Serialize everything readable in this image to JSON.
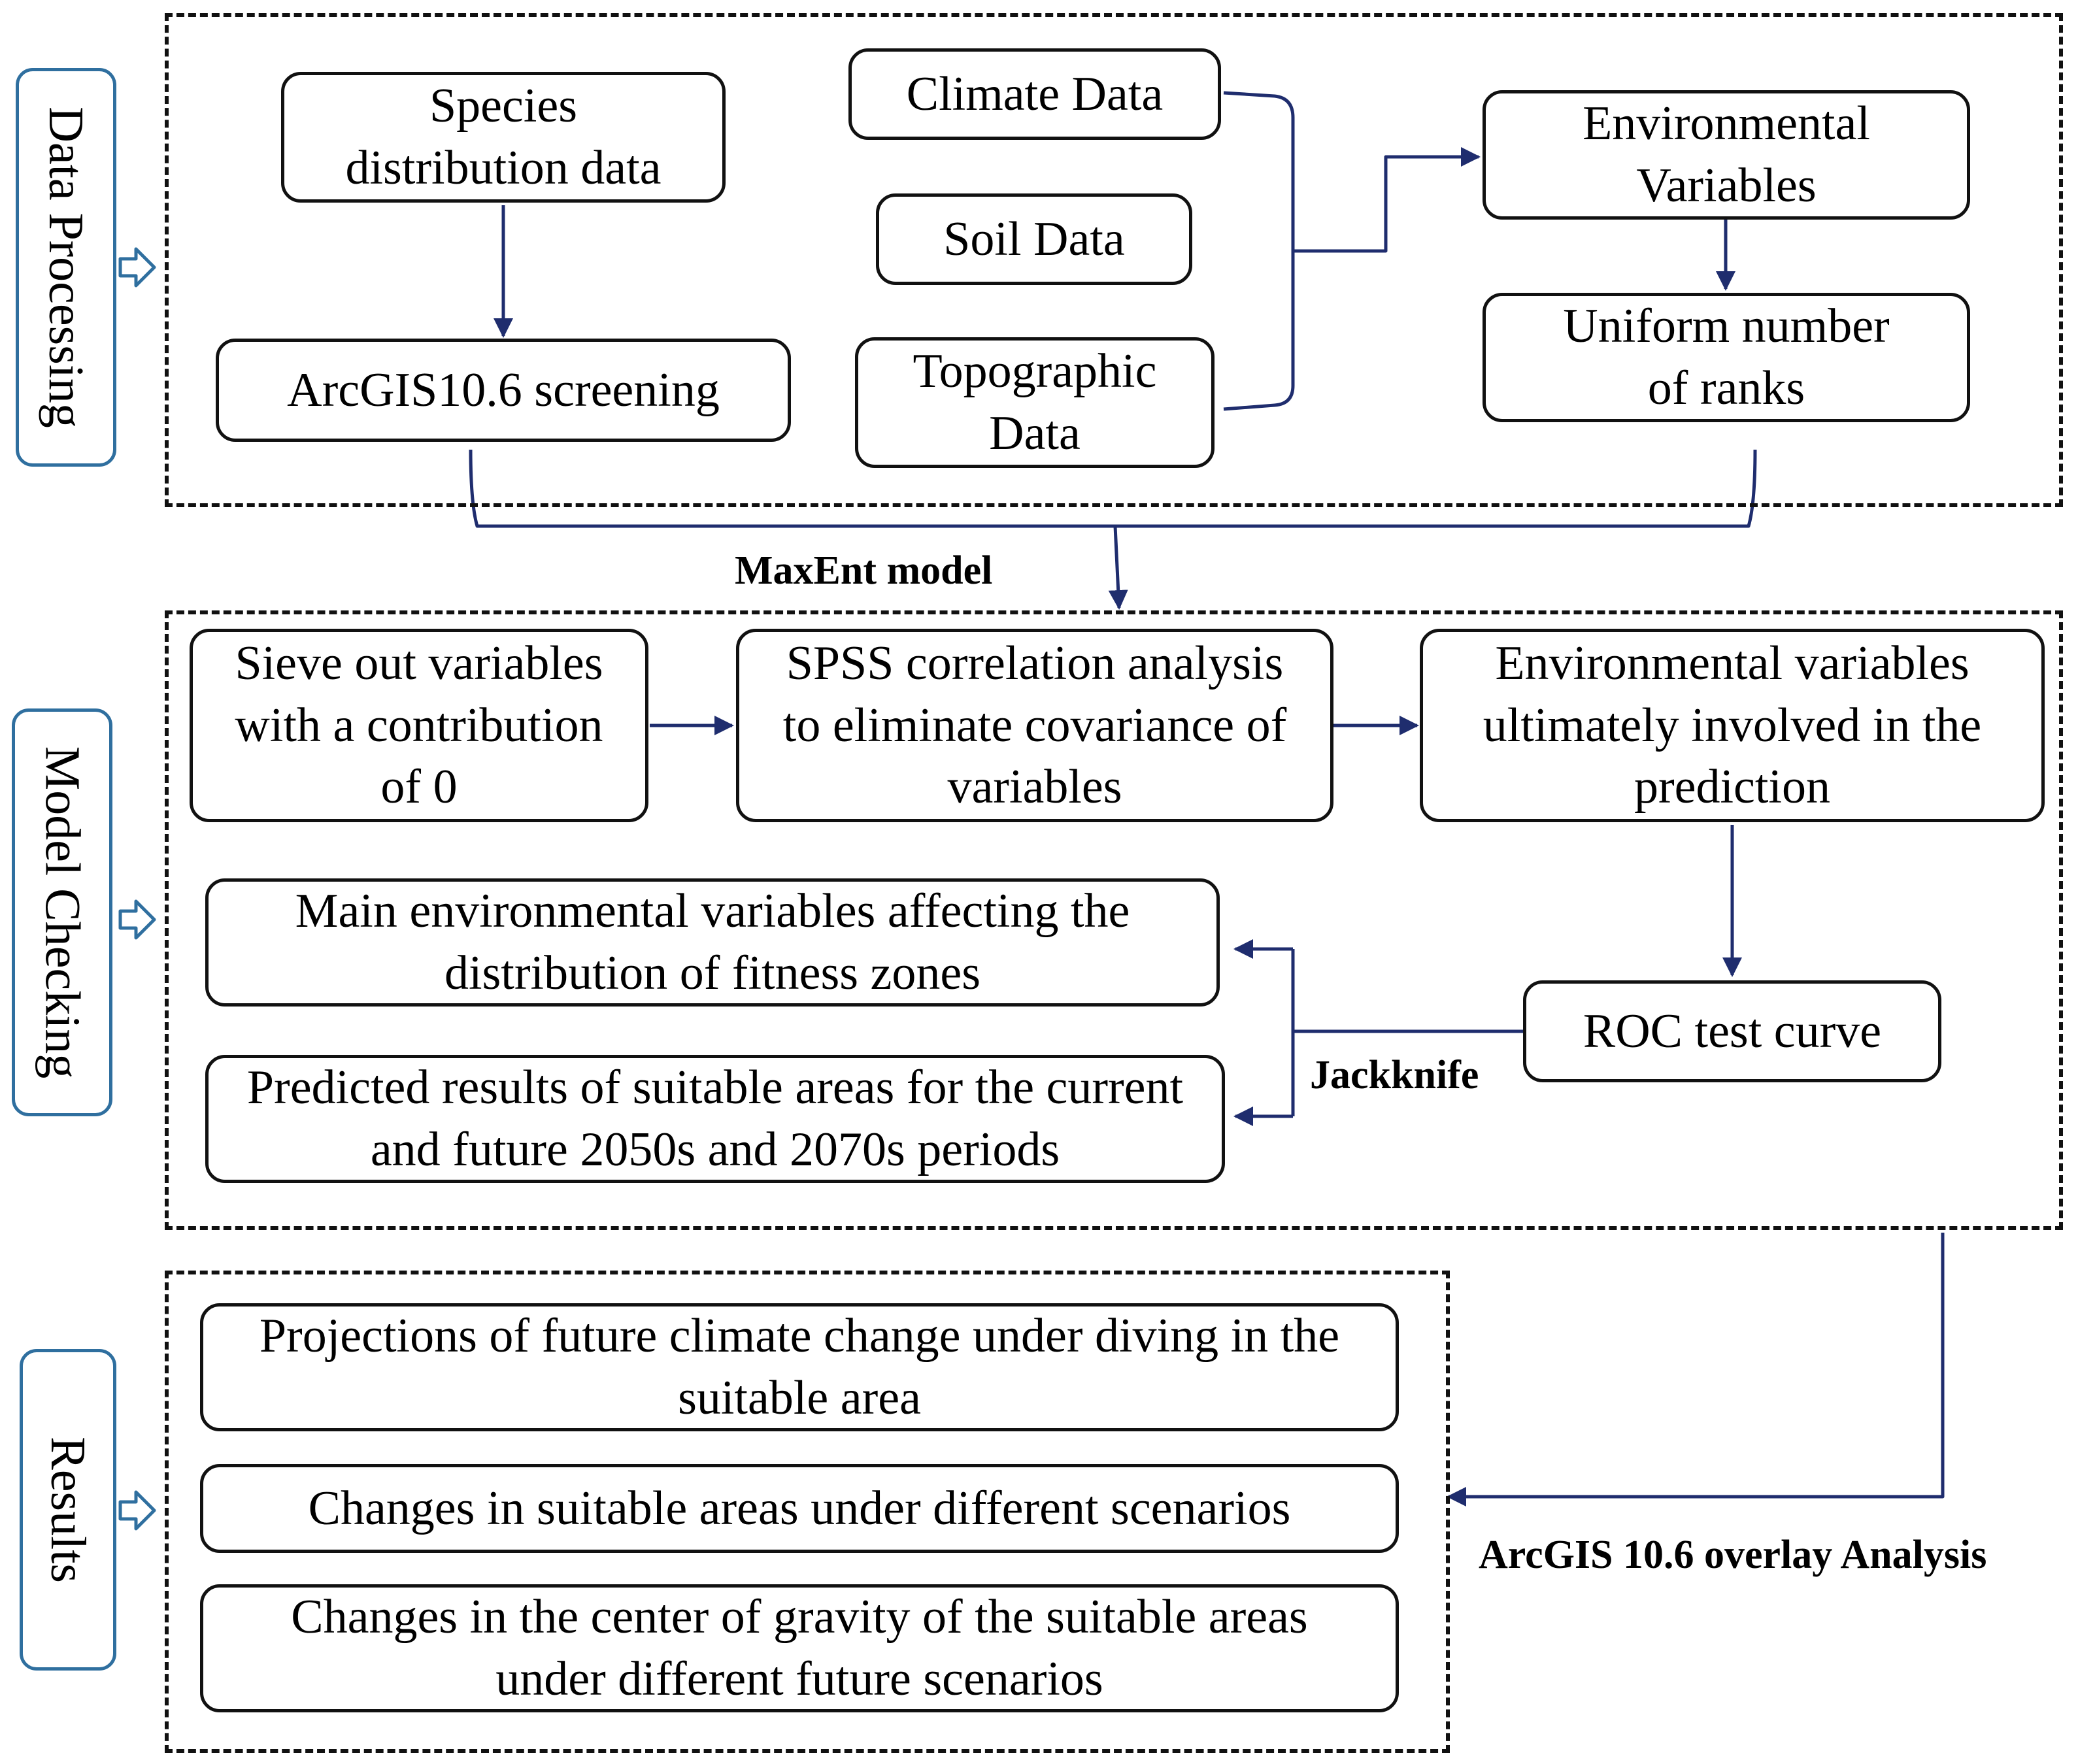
{
  "sections": {
    "data_processing": "Data Processing",
    "model_checking": "Model Checking",
    "results": "Results"
  },
  "nodes": {
    "species_distribution": "Species distribution data",
    "arcgis_screening": "ArcGIS10.6 screening",
    "climate_data": "Climate Data",
    "soil_data": "Soil Data",
    "topographic_data": "Topographic Data",
    "environmental_variables": "Environmental Variables",
    "uniform_ranks": "Uniform number of ranks",
    "sieve_out": "Sieve out variables with a contribution of 0",
    "spss_correlation": "SPSS correlation analysis to eliminate covariance of variables",
    "env_vars_final": "Environmental variables ultimately involved in the prediction",
    "main_env_vars": "Main environmental variables affecting the distribution of fitness zones",
    "predicted_results": "Predicted results of suitable areas for the current and future 2050s and 2070s periods",
    "roc_curve": "ROC test curve",
    "projections": "Projections of future climate change under diving in the suitable area",
    "changes_areas": "Changes in suitable areas under different scenarios",
    "changes_gravity": "Changes in the center of gravity of the suitable areas under different future scenarios"
  },
  "edge_labels": {
    "maxent": "MaxEnt model",
    "jackknife": "Jackknife",
    "overlay": "ArcGIS 10.6 overlay Analysis"
  },
  "colors": {
    "arrow": "#1f2d6e",
    "side_tab_border": "#2f6f9f",
    "box_border": "#111111"
  },
  "icons": {
    "section_pointer": "hollow-right-arrow-icon"
  }
}
